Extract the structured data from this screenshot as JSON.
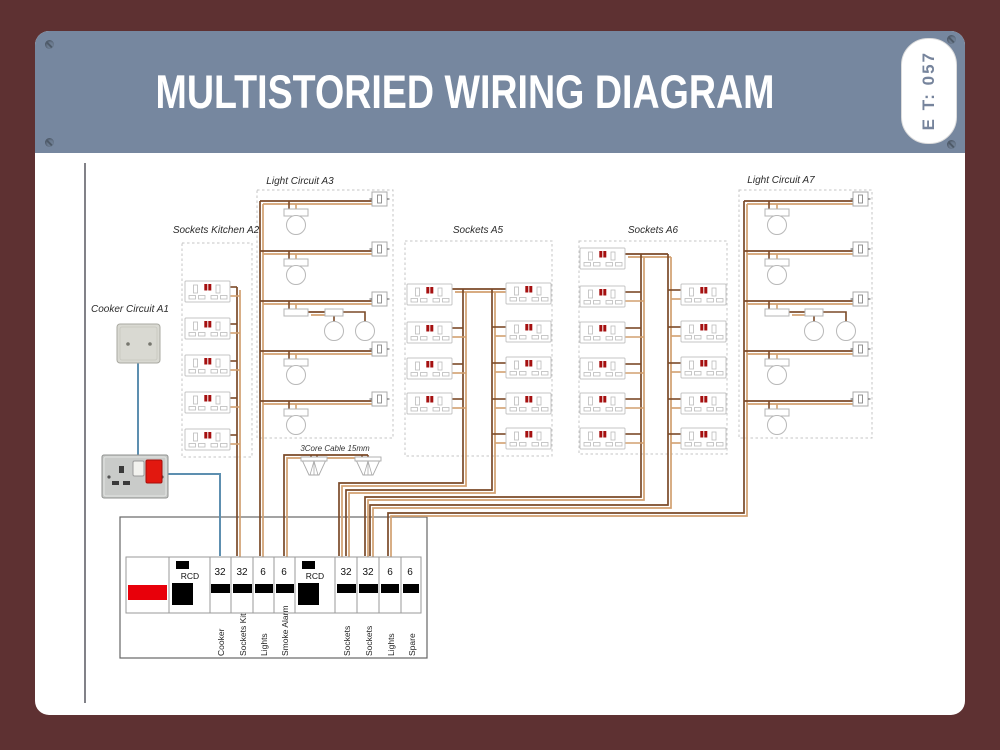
{
  "slide": {
    "title": "MULTISTORIED WIRING DIAGRAM",
    "badge": "E T: 057"
  },
  "circuits": {
    "cooker": {
      "label": "Cooker Circuit A1"
    },
    "sockets_kitchen": {
      "label": "Sockets Kitchen A2",
      "socket_count": 5
    },
    "light_a3": {
      "label": "Light Circuit A3",
      "lamp_count": 6,
      "switch_count": 5
    },
    "sockets_a5": {
      "label": "Sockets A5",
      "socket_count": 9
    },
    "sockets_a6": {
      "label": "Sockets A6",
      "socket_count": 11
    },
    "light_a7": {
      "label": "Light Circuit A7",
      "lamp_count": 6,
      "switch_count": 5
    },
    "smoke": {
      "cable_label": "3Core Cable 15mm",
      "alarm_count": 2
    }
  },
  "consumer_unit": {
    "modules": [
      {
        "type": "main-switch"
      },
      {
        "type": "rcd",
        "label": "RCD"
      },
      {
        "type": "breaker",
        "rating": "32",
        "circuit": "Cooker"
      },
      {
        "type": "breaker",
        "rating": "32",
        "circuit": "Sockets Kit"
      },
      {
        "type": "breaker",
        "rating": "6",
        "circuit": "Lights"
      },
      {
        "type": "breaker",
        "rating": "6",
        "circuit": "Smoke Alarm"
      },
      {
        "type": "rcd",
        "label": "RCD"
      },
      {
        "type": "breaker",
        "rating": "32",
        "circuit": "Sockets"
      },
      {
        "type": "breaker",
        "rating": "32",
        "circuit": "Sockets"
      },
      {
        "type": "breaker",
        "rating": "6",
        "circuit": "Lights"
      },
      {
        "type": "breaker",
        "rating": "6",
        "circuit": "Spare"
      }
    ]
  },
  "colors": {
    "frame": "#5e3132",
    "header": "#76879f",
    "wire_brown": "#7b4a28",
    "wire_tan": "#d2a070",
    "wire_blue": "#5d8fb0",
    "main_switch_red": "#e8000a"
  }
}
